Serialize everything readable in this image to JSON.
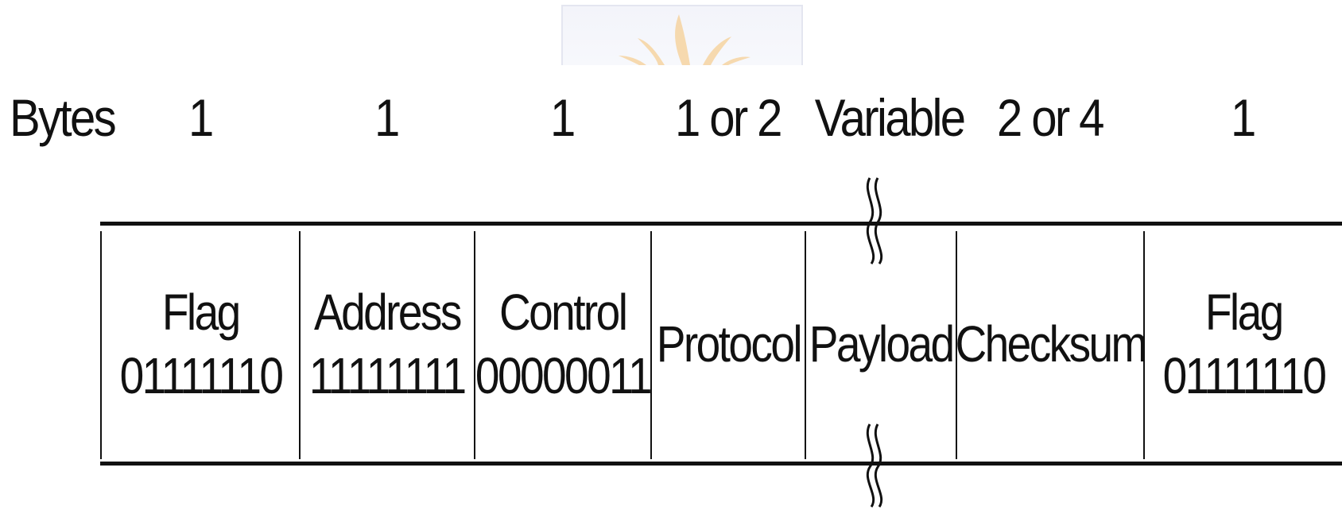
{
  "diagram": {
    "row_label": "Bytes",
    "fields": [
      {
        "name": "Flag",
        "value": "01111110",
        "bytes": "1"
      },
      {
        "name": "Address",
        "value": "11111111",
        "bytes": "1"
      },
      {
        "name": "Control",
        "value": "00000011",
        "bytes": "1"
      },
      {
        "name": "Protocol",
        "value": "",
        "bytes": "1 or 2"
      },
      {
        "name": "Payload",
        "value": "",
        "bytes": "Variable"
      },
      {
        "name": "Checksum",
        "value": "",
        "bytes": "2 or 4"
      },
      {
        "name": "Flag",
        "value": "01111110",
        "bytes": "1"
      }
    ]
  },
  "colors": {
    "ink": "#111111",
    "watermark_sun": "#f6c27a",
    "watermark_bg": "#f3f4fa"
  },
  "icons": {
    "payload_break": "wavy-break-icon",
    "watermark": "sun-logo-watermark"
  }
}
